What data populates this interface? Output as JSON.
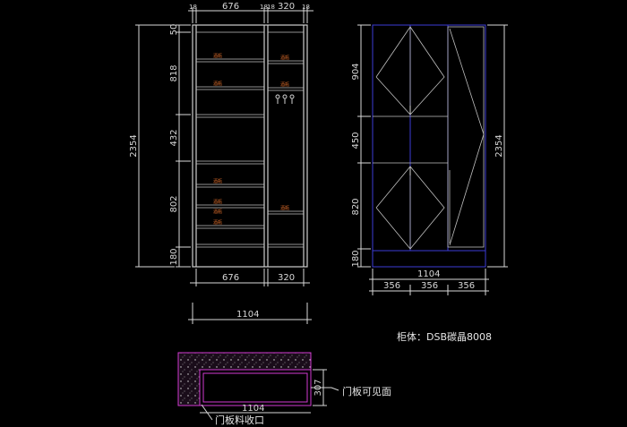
{
  "front_view": {
    "top_dims": [
      "18",
      "676",
      "18",
      "18",
      "320",
      "18"
    ],
    "left_dims": [
      "50",
      "818",
      "432",
      "802",
      "180"
    ],
    "total_height": "2354",
    "bottom_dims": [
      "676",
      "320"
    ],
    "overall_width": "1104",
    "shelf_labels": [
      "酒瓶",
      "酒瓶",
      "酒瓶",
      "酒瓶",
      "酒瓶",
      "酒瓶",
      "酒瓶",
      "酒瓶",
      "酒瓶"
    ]
  },
  "door_view": {
    "left_dims": [
      "904",
      "450",
      "820",
      "180"
    ],
    "right_dim": "2354",
    "overall_width": "1104",
    "bottom_dims": [
      "356",
      "356",
      "356"
    ]
  },
  "plan_view": {
    "width_dim": "1104",
    "depth_dim": "307",
    "label_visible_face": "门板可见面",
    "label_edge": "门板料收口"
  },
  "material_note": "柜体：DSB碳晶8008",
  "colors": {
    "line": "#d8d8d8",
    "door": "#3b3bd6",
    "section": "#d23ad2",
    "label": "#d86a2a"
  }
}
